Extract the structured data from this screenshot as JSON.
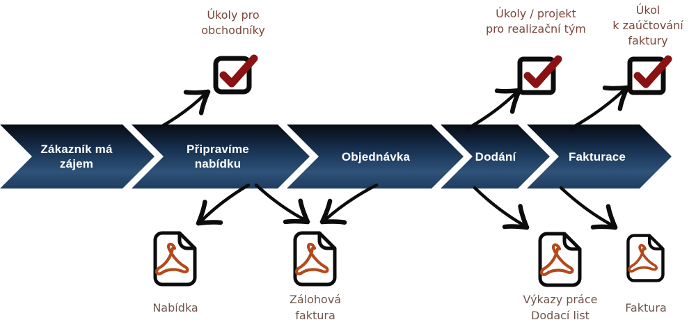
{
  "colors": {
    "band-top": "#070b12",
    "band-upper": "#16304f",
    "band-lower": "#2e5279",
    "band-bottom": "#1e3d60",
    "stage-text": "#ffffff",
    "task-label": "#7a463b",
    "doc-label": "#6f564d",
    "check": "#8b1212",
    "pdf-logo": "#b4491b",
    "line": "#0c0c0c"
  },
  "stages": [
    {
      "line1": "Zákazník má",
      "line2": "zájem"
    },
    {
      "line1": "Připravíme",
      "line2": "nabídku"
    },
    {
      "line1": "Objednávka"
    },
    {
      "line1": "Dodání"
    },
    {
      "line1": "Fakturace"
    }
  ],
  "tasks": [
    {
      "line1": "Úkoly pro",
      "line2": "obchodníky"
    },
    {
      "line1": "Úkoly / projekt",
      "line2": "pro realizační tým"
    },
    {
      "line1": "Úkol",
      "line2": "k zaúčtování",
      "line3": "faktury"
    }
  ],
  "documents": [
    {
      "line1": "Nabídka"
    },
    {
      "line1": "Zálohová",
      "line2": "faktura"
    },
    {
      "line1": "Výkazy práce",
      "line2": "Dodací list"
    },
    {
      "line1": "Faktura"
    }
  ]
}
